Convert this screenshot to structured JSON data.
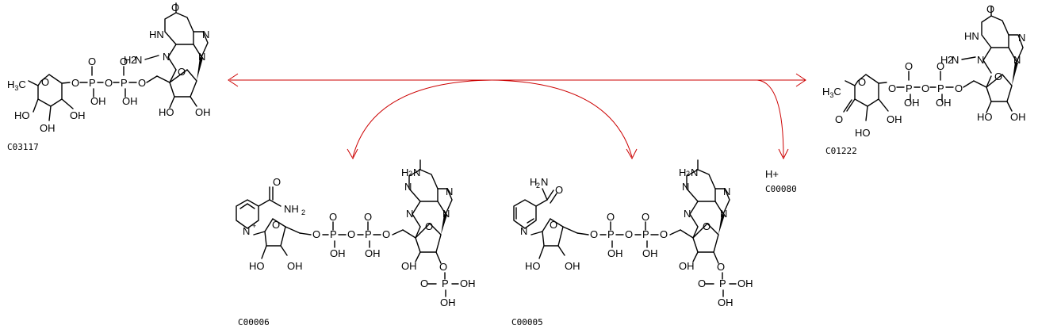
{
  "compounds": [
    {
      "id": "C03117"
    },
    {
      "id": "C01222"
    },
    {
      "id": "C00006"
    },
    {
      "id": "C00005"
    },
    {
      "id": "C00080",
      "formula": "H+"
    }
  ],
  "colors": {
    "reaction_arrow": "#cc0000",
    "structure": "#000000"
  }
}
